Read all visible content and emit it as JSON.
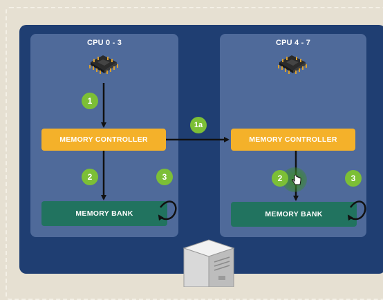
{
  "nodes": [
    {
      "cpu_label": "CPU 0 - 3",
      "controller_label": "MEMORY CONTROLLER",
      "bank_label": "MEMORY BANK",
      "step_badges": [
        "1",
        "2",
        "3"
      ]
    },
    {
      "cpu_label": "CPU 4 - 7",
      "controller_label": "MEMORY CONTROLLER",
      "bank_label": "MEMORY BANK",
      "step_badges": [
        "2",
        "3"
      ]
    }
  ],
  "interconnect_badge": "1a",
  "icons": {
    "cpu": "cpu-chip-icon",
    "self_loop": "loop-arrow-icon",
    "server": "server-tower-icon",
    "cursor": "hand-cursor-icon"
  },
  "colors": {
    "background": "#e6e0d2",
    "outer_panel": "#1f3e72",
    "node_panel": "#4f6a9a",
    "controller": "#f4b12a",
    "bank": "#21735f",
    "badge": "#7cbf36",
    "arrow": "#111111"
  }
}
